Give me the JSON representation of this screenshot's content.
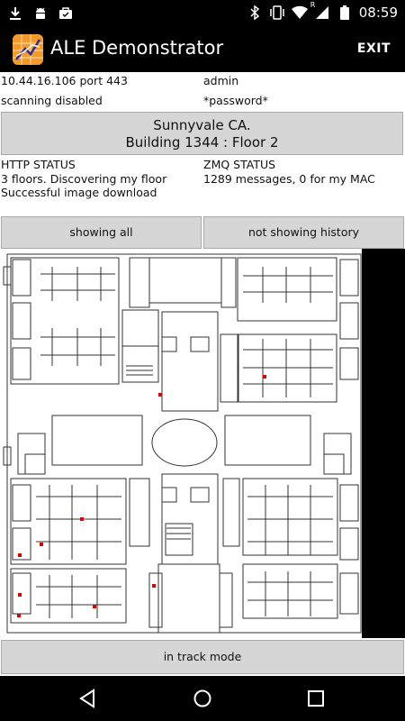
{
  "status_bar": {
    "time": "08:59",
    "notification_icons": [
      "download-icon",
      "android-icon",
      "briefcase-icon"
    ],
    "system_icons": [
      "bluetooth-icon",
      "vibrate-icon",
      "wifi-icon",
      "signal-icon",
      "battery-icon"
    ],
    "signal_badge": "R"
  },
  "app_bar": {
    "title": "ALE Demonstrator",
    "exit_label": "EXIT",
    "logo_color": "#f39a2a"
  },
  "connection": {
    "server": "10.44.16.106 port 443",
    "username": "admin",
    "scanning": "scanning disabled",
    "password": "*password*"
  },
  "location": {
    "line1": "Sunnyvale CA.",
    "line2": "Building 1344 : Floor 2"
  },
  "http_status": {
    "heading": "HTTP STATUS",
    "line1": "3 floors.  Discovering my floor",
    "line2": "Successful image download"
  },
  "zmq_status": {
    "heading": "ZMQ STATUS",
    "line1": "1289 messages, 0 for my MAC"
  },
  "buttons": {
    "showing_all": "showing all",
    "history": "not showing history",
    "track_mode": "in track mode"
  },
  "map": {
    "marker_color": "#e00000"
  },
  "nav_bar": {
    "icons": [
      "back-icon",
      "home-icon",
      "recents-icon"
    ]
  }
}
